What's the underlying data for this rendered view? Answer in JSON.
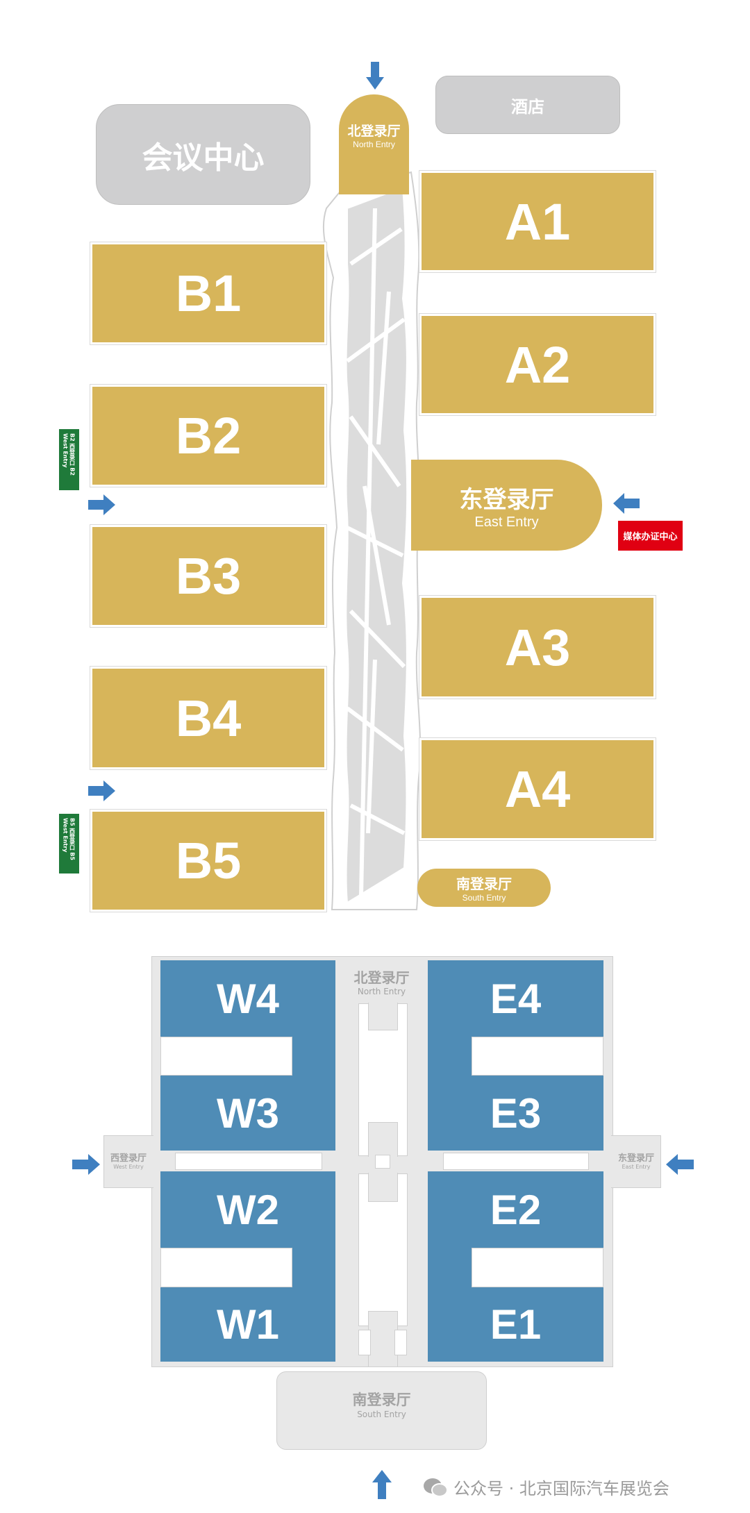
{
  "top_venue": {
    "conference_center": "会议中心",
    "hotel": "酒店",
    "north_entry": {
      "zh": "北登录厅",
      "en": "North Entry"
    },
    "east_entry": {
      "zh": "东登录厅",
      "en": "East Entry"
    },
    "south_entry": {
      "zh": "南登录厅",
      "en": "South Entry"
    },
    "media_center": "媒体办证中心",
    "b2_west_entry": "B2 西登录口 B2 West Entry",
    "b5_west_entry": "B5 西登录口 B5 West Entry",
    "halls_a": [
      "A1",
      "A2",
      "A3",
      "A4"
    ],
    "halls_b": [
      "B1",
      "B2",
      "B3",
      "B4",
      "B5"
    ],
    "colors": {
      "hall": "#d7b55a",
      "building": "#cfcfd0",
      "arrow": "#3f7fc0",
      "media": "#e00012",
      "sign": "#1f7a3a"
    }
  },
  "bottom_venue": {
    "north_entry": {
      "zh": "北登录厅",
      "en": "North Entry"
    },
    "west_entry": {
      "zh": "西登录厅",
      "en": "West Entry"
    },
    "east_entry": {
      "zh": "东登录厅",
      "en": "East Entry"
    },
    "south_entry": {
      "zh": "南登录厅",
      "en": "South Entry"
    },
    "halls_w": [
      "W4",
      "W3",
      "W2",
      "W1"
    ],
    "halls_e": [
      "E4",
      "E3",
      "E2",
      "E1"
    ],
    "colors": {
      "hall": "#4f8cb6",
      "corridor": "#e8e8e8"
    }
  },
  "watermark": "公众号 · 北京国际汽车展览会"
}
